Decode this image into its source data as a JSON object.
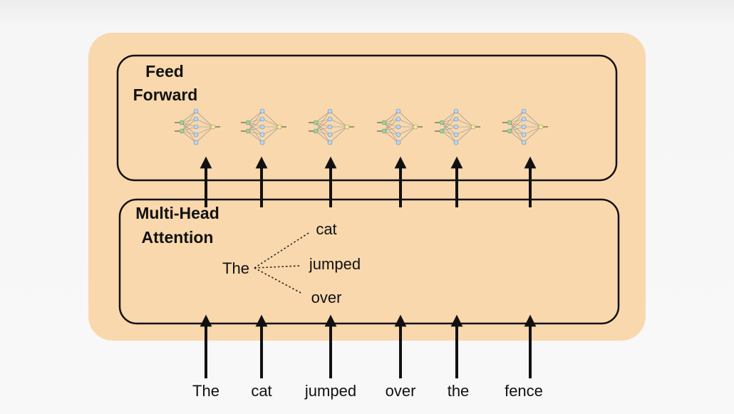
{
  "feed_forward": {
    "title_line1": "Feed",
    "title_line2": "Forward",
    "network_count": 6
  },
  "attention": {
    "title_line1": "Multi-Head",
    "title_line2": "Attention",
    "source_word": "The",
    "attended_words": [
      "cat",
      "jumped",
      "over"
    ]
  },
  "input_tokens": [
    "The",
    "cat",
    "jumped",
    "over",
    "the",
    "fence"
  ],
  "colors": {
    "container": "#f9d8ad",
    "stroke": "#111111",
    "neuron_input": "#9ed39a",
    "neuron_hidden": "#b9d7f3",
    "neuron_output": "#f2ec9b"
  }
}
